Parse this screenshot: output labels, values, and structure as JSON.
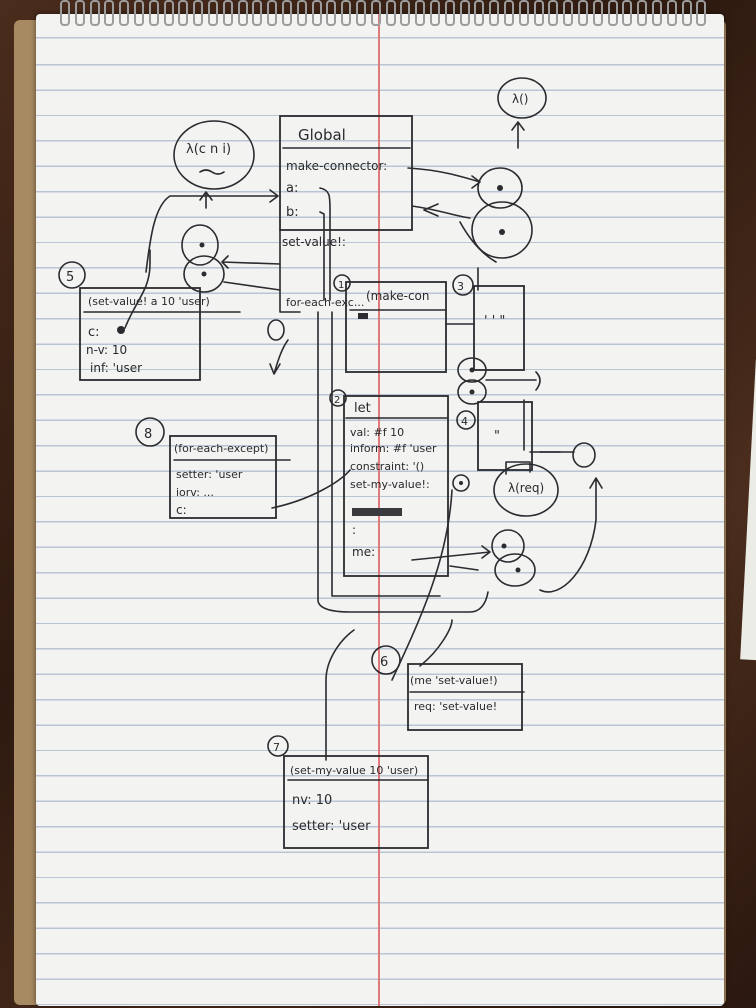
{
  "frames": {
    "global": {
      "title": "Global",
      "bindings": [
        "make-connector:",
        "a:",
        "b:",
        "set-value!:",
        "for-each-exc..."
      ]
    },
    "frame1": {
      "number": "1",
      "title": "(make-con"
    },
    "frame2": {
      "number": "2",
      "title": "let",
      "bindings": [
        "val: #f 10",
        "inform: #f 'user",
        "constraint: '()",
        "set-my-value!:",
        ":",
        "me:"
      ]
    },
    "frame3": {
      "number": "3",
      "content": "' ' \""
    },
    "frame4": {
      "number": "4",
      "content": "\""
    },
    "frame5": {
      "number": "5",
      "title": "(set-value! a 10 'user)",
      "bindings": [
        "c:",
        "n-v: 10",
        "inf: 'user"
      ]
    },
    "frame6": {
      "number": "6",
      "title": "(me 'set-value!)",
      "bindings": [
        "req: 'set-value!"
      ]
    },
    "frame7": {
      "number": "7",
      "title": "(set-my-value 10 'user)",
      "bindings": [
        "nv: 10",
        "setter: 'user"
      ]
    },
    "frame8": {
      "number": "8",
      "title": "(for-each-except)",
      "bindings": [
        "setter: 'user",
        "iorv: ...",
        "c:"
      ]
    }
  },
  "lambdas": {
    "top": "λ()",
    "cni": "λ(c n i)",
    "req": "λ(req)"
  }
}
